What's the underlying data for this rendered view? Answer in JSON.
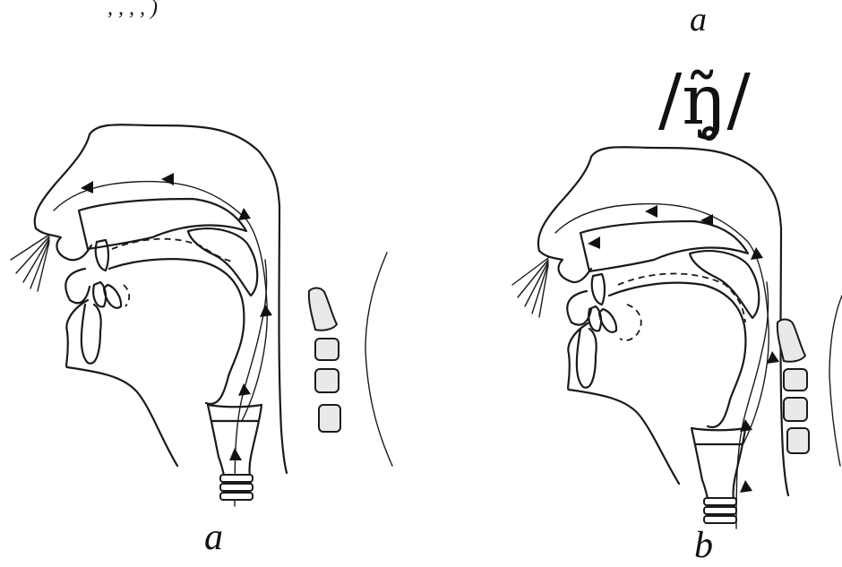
{
  "top_partial_text": ", ,  ,  ,  ) ",
  "labels": {
    "panel_a_caption": "a",
    "panel_b_caption": "b",
    "top_right_label": "a",
    "phonetic_symbol": "/ŋ̥̃/"
  }
}
